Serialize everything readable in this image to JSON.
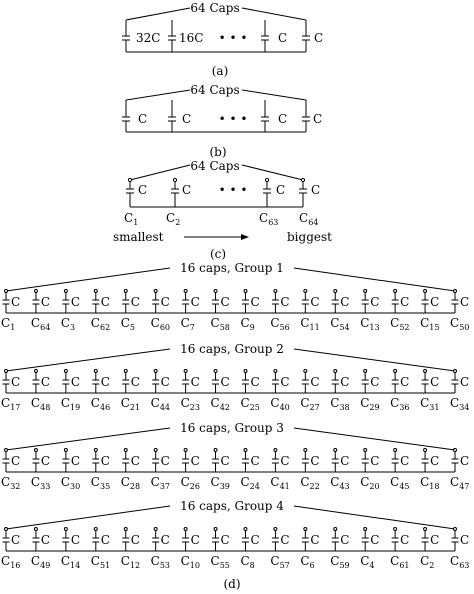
{
  "colors": {
    "ink": "#000000",
    "background": "#ffffff"
  },
  "panels": {
    "a": {
      "label": "(a)",
      "title": "64 Caps",
      "caps": [
        {
          "label": "32C"
        },
        {
          "label": "16C"
        },
        {
          "label": "C"
        },
        {
          "label": "C"
        }
      ],
      "ellipsis": "• • •"
    },
    "b": {
      "label": "(b)",
      "title": "64 Caps",
      "caps": [
        {
          "label": "C"
        },
        {
          "label": "C"
        },
        {
          "label": "C"
        },
        {
          "label": "C"
        }
      ],
      "ellipsis": "• • •"
    },
    "c": {
      "label": "(c)",
      "title": "64 Caps",
      "caps": [
        {
          "label": "C",
          "name": "C",
          "sub": "1"
        },
        {
          "label": "C",
          "name": "C",
          "sub": "2"
        },
        {
          "label": "C",
          "name": "C",
          "sub": "63"
        },
        {
          "label": "C",
          "name": "C",
          "sub": "64"
        }
      ],
      "ellipsis": "• • •",
      "left_text": "smallest",
      "right_text": "biggest"
    },
    "d": {
      "label": "(d)",
      "cap_label": "C",
      "groups": [
        {
          "title": "16 caps, Group 1",
          "subs": [
            "1",
            "64",
            "3",
            "62",
            "5",
            "60",
            "7",
            "58",
            "9",
            "56",
            "11",
            "54",
            "13",
            "52",
            "15",
            "50"
          ]
        },
        {
          "title": "16 caps, Group 2",
          "subs": [
            "17",
            "48",
            "19",
            "46",
            "21",
            "44",
            "23",
            "42",
            "25",
            "40",
            "27",
            "38",
            "29",
            "36",
            "31",
            "34"
          ]
        },
        {
          "title": "16 caps, Group 3",
          "subs": [
            "32",
            "33",
            "30",
            "35",
            "28",
            "37",
            "26",
            "39",
            "24",
            "41",
            "22",
            "43",
            "20",
            "45",
            "18",
            "47"
          ]
        },
        {
          "title": "16 caps, Group 4",
          "subs": [
            "16",
            "49",
            "14",
            "51",
            "12",
            "53",
            "10",
            "55",
            "8",
            "57",
            "6",
            "59",
            "4",
            "61",
            "2",
            "63"
          ]
        }
      ]
    }
  }
}
